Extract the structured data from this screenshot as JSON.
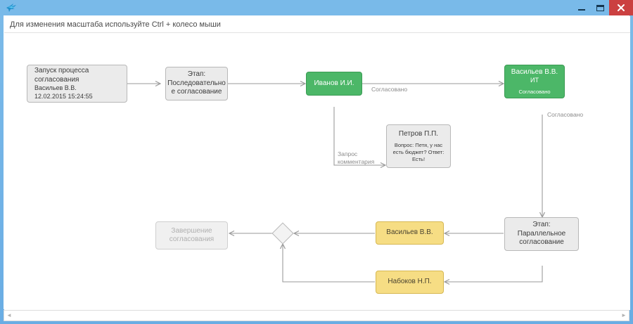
{
  "window": {
    "title": "",
    "icon": "app-bird-icon",
    "controls": {
      "minimize": "–",
      "maximize": "□",
      "close": "✕"
    }
  },
  "hint": {
    "text": "Для изменения масштаба используйте Ctrl + колесо мыши"
  },
  "scrollbar": {
    "left_arrow": "◄",
    "right_arrow": "►"
  },
  "colors": {
    "green": "#4cb768",
    "yellow": "#f6dd84",
    "grey": "#ebebeb",
    "disabled": "#f0f0f0",
    "edge": "#9a9a9a",
    "titlebar": "#79bae9",
    "close": "#cb4040"
  },
  "diagram": {
    "nodes": [
      {
        "id": "start",
        "name": "start-process-node",
        "style": "grey",
        "lines": [
          "Запуск процесса согласования",
          "Васильев В.В.",
          "12.02.2015 15:24:55"
        ]
      },
      {
        "id": "stage-sequential",
        "name": "stage-sequential-node",
        "style": "grey",
        "lines": [
          "Этап:",
          "Последовательно",
          "е согласование"
        ]
      },
      {
        "id": "ivanov",
        "name": "approver-ivanov-node",
        "style": "green",
        "lines": [
          "Иванов И.И."
        ]
      },
      {
        "id": "vasilev-it",
        "name": "approver-vasilev-it-node",
        "style": "green",
        "lines": [
          "Васильев В.В.",
          "ИТ"
        ],
        "sub": "Согласовано"
      },
      {
        "id": "petrov",
        "name": "commenter-petrov-node",
        "style": "grey",
        "lines": [
          "Петров П.П."
        ],
        "sub": "Вопрос: Петя, у нас есть\nбюджет?\nОтвет: Есть!"
      },
      {
        "id": "stage-parallel",
        "name": "stage-parallel-node",
        "style": "grey",
        "lines": [
          "Этап:",
          "Параллельное",
          "согласование"
        ]
      },
      {
        "id": "vasilev-parallel",
        "name": "approver-vasilev-parallel-node",
        "style": "yellow",
        "lines": [
          "Васильев В.В."
        ]
      },
      {
        "id": "nabokov",
        "name": "approver-nabokov-node",
        "style": "yellow",
        "lines": [
          "Набоков Н.П."
        ]
      },
      {
        "id": "finish",
        "name": "finish-approval-node",
        "style": "disabled",
        "lines": [
          "Завершение",
          "согласования"
        ]
      }
    ],
    "gateway": {
      "id": "merge-gateway",
      "name": "merge-gateway-diamond"
    },
    "edge_labels": [
      {
        "id": "lbl-soglasovano-1",
        "name": "edge-label-approved-ivanov",
        "text": "Согласовано"
      },
      {
        "id": "lbl-zapros",
        "name": "edge-label-comment-request",
        "text": "Запрос\nкомментария"
      },
      {
        "id": "lbl-soglasovano-2",
        "name": "edge-label-approved-vasilev",
        "text": "Согласовано"
      }
    ]
  }
}
